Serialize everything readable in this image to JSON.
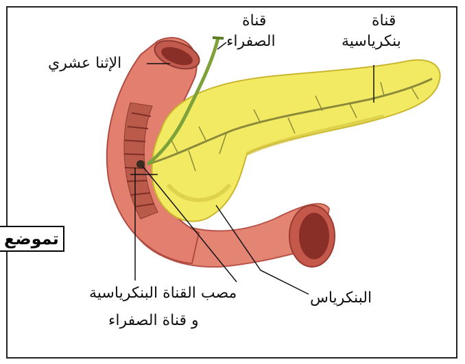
{
  "labels": {
    "duodenum": "الإثنا عشري",
    "bile_duct_line1": "قناة",
    "bile_duct_line2": "الصفراء",
    "pancreatic_duct_line1": "قناة",
    "pancreatic_duct_line2": "بنكرياسية",
    "location_box": "تموضع",
    "outlet_line1": "مصب القناة البنكرياسية",
    "outlet_line2": "و قناة الصفراء",
    "pancreas": "البنكرياس"
  },
  "colors": {
    "intestine": "#e07a6c",
    "intestine_dark": "#b2473e",
    "pancreas": "#f2ea62",
    "pancreas_shade": "#d6c63a",
    "bile_duct": "#7ea13a",
    "frame": "#222222"
  }
}
